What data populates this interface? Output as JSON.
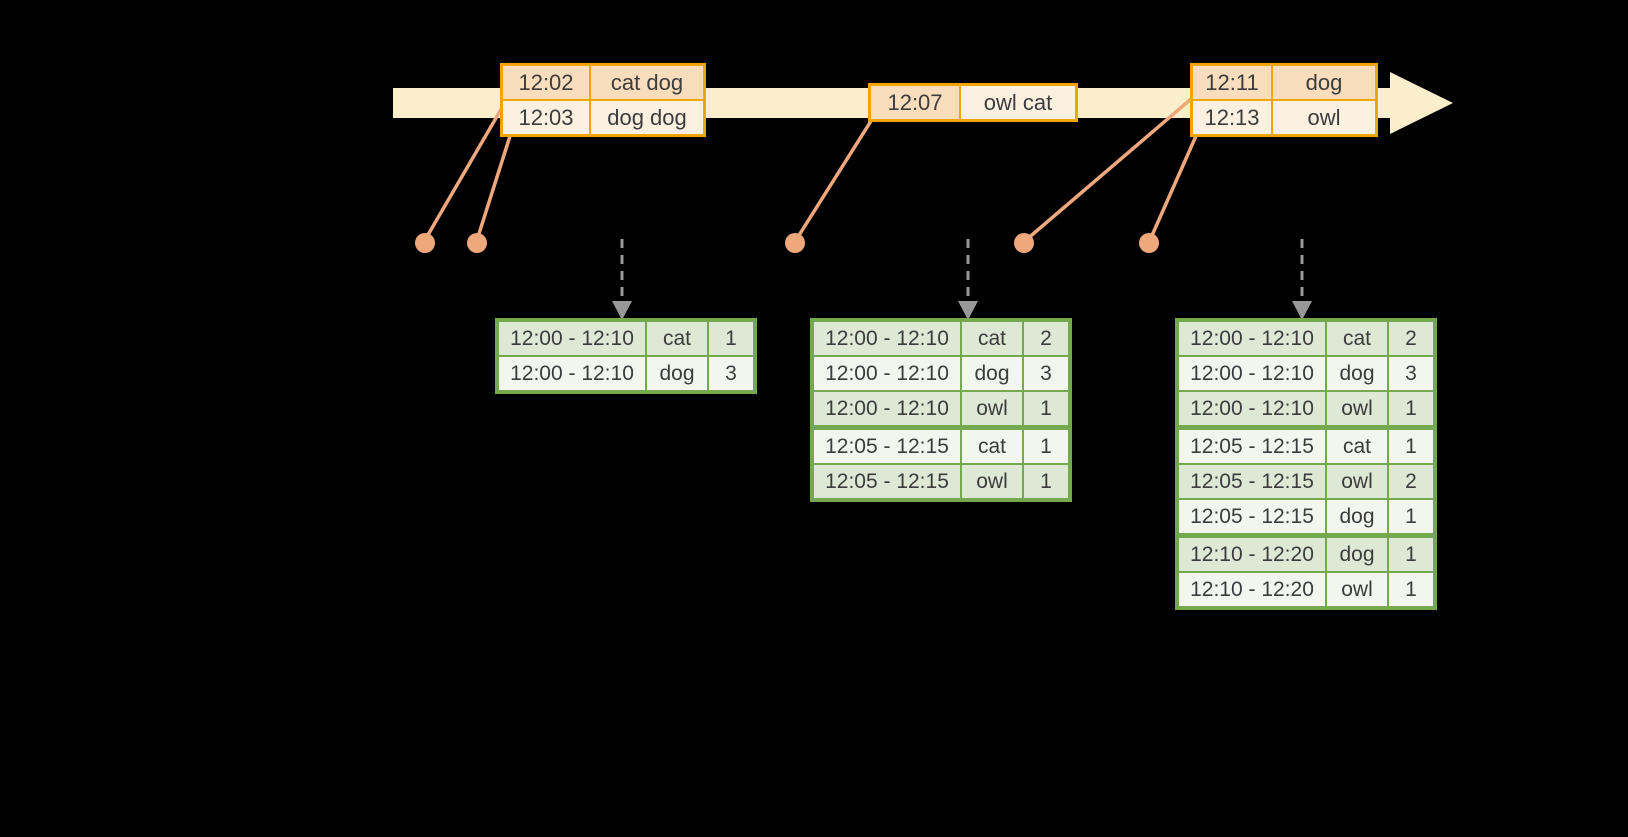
{
  "colors": {
    "background": "#000000",
    "timeline": "#FBEFCB",
    "orange_border": "#F0A500",
    "peach": "#F9DDBC",
    "cream": "#FCF1E0",
    "salmon": "#EFA87C",
    "green_border": "#74A94E",
    "green_tint": "#DDE9D4",
    "green_light": "#F2F6EE",
    "gray_arrow": "#989898",
    "text": "#3C3C3C"
  },
  "icons": {
    "timeline_arrow": "right-arrow",
    "trigger_arrow": "dashed-down-arrow",
    "event_marker": "dot"
  },
  "events": [
    {
      "rows": [
        {
          "time": "12:02",
          "data": "cat dog"
        },
        {
          "time": "12:03",
          "data": "dog dog"
        }
      ]
    },
    {
      "rows": [
        {
          "time": "12:07",
          "data": "owl cat"
        }
      ]
    },
    {
      "rows": [
        {
          "time": "12:11",
          "data": "dog"
        },
        {
          "time": "12:13",
          "data": "owl"
        }
      ]
    }
  ],
  "results": [
    {
      "rows": [
        {
          "window": "12:00 - 12:10",
          "word": "cat",
          "count": "1"
        },
        {
          "window": "12:00 - 12:10",
          "word": "dog",
          "count": "3"
        }
      ]
    },
    {
      "rows": [
        {
          "window": "12:00 - 12:10",
          "word": "cat",
          "count": "2"
        },
        {
          "window": "12:00 - 12:10",
          "word": "dog",
          "count": "3"
        },
        {
          "window": "12:00 - 12:10",
          "word": "owl",
          "count": "1"
        },
        {
          "window": "12:05 - 12:15",
          "word": "cat",
          "count": "1"
        },
        {
          "window": "12:05 - 12:15",
          "word": "owl",
          "count": "1"
        }
      ]
    },
    {
      "rows": [
        {
          "window": "12:00 - 12:10",
          "word": "cat",
          "count": "2"
        },
        {
          "window": "12:00 - 12:10",
          "word": "dog",
          "count": "3"
        },
        {
          "window": "12:00 - 12:10",
          "word": "owl",
          "count": "1"
        },
        {
          "window": "12:05 - 12:15",
          "word": "cat",
          "count": "1"
        },
        {
          "window": "12:05 - 12:15",
          "word": "owl",
          "count": "2"
        },
        {
          "window": "12:05 - 12:15",
          "word": "dog",
          "count": "1"
        },
        {
          "window": "12:10 - 12:20",
          "word": "dog",
          "count": "1"
        },
        {
          "window": "12:10 - 12:20",
          "word": "owl",
          "count": "1"
        }
      ]
    }
  ]
}
